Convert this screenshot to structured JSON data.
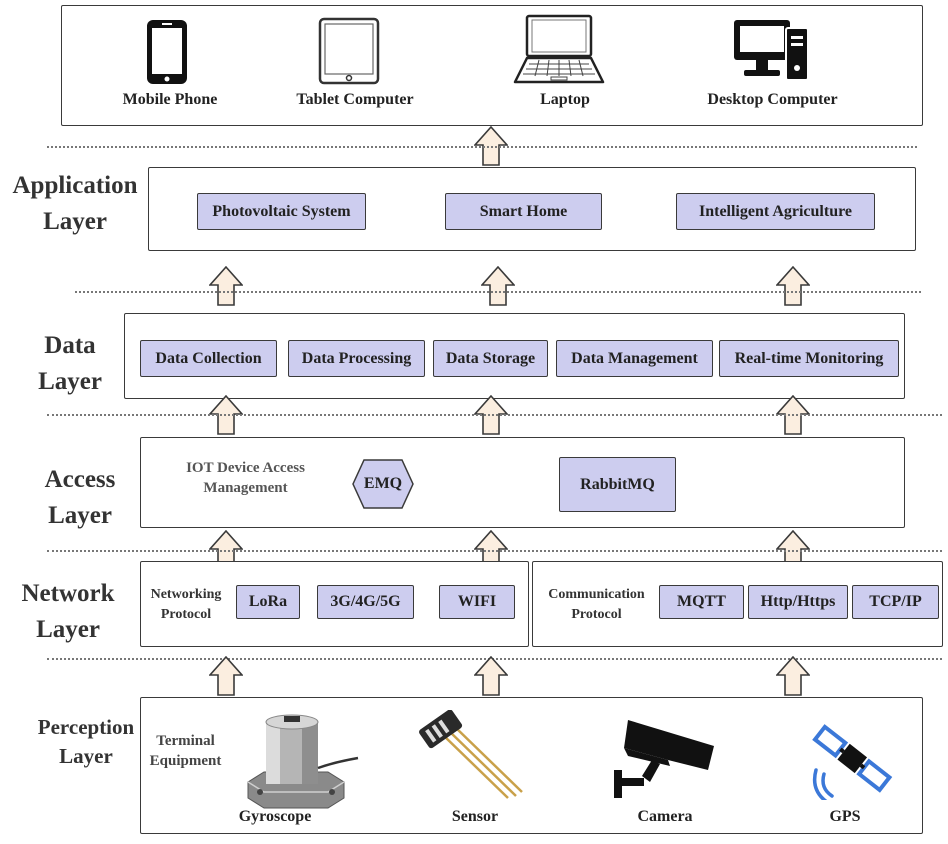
{
  "devices": {
    "mobile": "Mobile Phone",
    "tablet": "Tablet Computer",
    "laptop": "Laptop",
    "desktop": "Desktop Computer"
  },
  "application_layer": {
    "label_line1": "Application",
    "label_line2": "Layer",
    "items": [
      "Photovoltaic System",
      "Smart Home",
      "Intelligent Agriculture"
    ]
  },
  "data_layer": {
    "label_line1": "Data",
    "label_line2": "Layer",
    "items": [
      "Data Collection",
      "Data Processing",
      "Data Storage",
      "Data Management",
      "Real-time Monitoring"
    ]
  },
  "access_layer": {
    "label_line1": "Access",
    "label_line2": "Layer",
    "note_line1": "IOT Device Access",
    "note_line2": "Management",
    "emq": "EMQ",
    "rabbitmq": "RabbitMQ"
  },
  "network_layer": {
    "label_line1": "Network",
    "label_line2": "Layer",
    "networking_line1": "Networking",
    "networking_line2": "Protocol",
    "networking_items": [
      "LoRa",
      "3G/4G/5G",
      "WIFI"
    ],
    "communication_line1": "Communication",
    "communication_line2": "Protocol",
    "communication_items": [
      "MQTT",
      "Http/Https",
      "TCP/IP"
    ]
  },
  "perception_layer": {
    "label_line1": "Perception",
    "label_line2": "Layer",
    "terminal_line1": "Terminal",
    "terminal_line2": "Equipment",
    "items": [
      "Gyroscope",
      "Sensor",
      "Camera",
      "GPS"
    ]
  },
  "colors": {
    "chip_fill": "#cdcdef",
    "arrow_fill": "#fbeee0",
    "border": "#3a3a3a",
    "gps_blue": "#3b78d8"
  },
  "icons": [
    "mobile-phone-icon",
    "tablet-icon",
    "laptop-icon",
    "desktop-computer-icon",
    "gyroscope-icon",
    "sensor-icon",
    "camera-icon",
    "gps-satellite-icon"
  ]
}
